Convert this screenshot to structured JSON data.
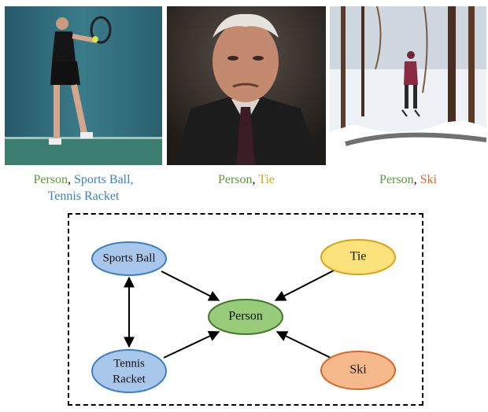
{
  "images": [
    {
      "name": "tennis-player-photo",
      "caption": [
        {
          "text": "Person",
          "color": "#5a9a3c"
        },
        {
          "text": "Sports Ball,",
          "color": "#3b7fc4"
        },
        {
          "text": "Tennis Racket",
          "color": "#3b7fc4"
        }
      ]
    },
    {
      "name": "man-with-tie-photo",
      "caption": [
        {
          "text": "Person",
          "color": "#5a9a3c"
        },
        {
          "text": "Tie",
          "color": "#d8a31a"
        }
      ]
    },
    {
      "name": "skier-photo",
      "caption": [
        {
          "text": "Person",
          "color": "#5a9a3c"
        },
        {
          "text": "Ski",
          "color": "#d9662a"
        }
      ]
    }
  ],
  "graph": {
    "nodes": {
      "sports_ball": {
        "label": "Sports Ball",
        "fill": "#a9c7ea",
        "stroke": "#3b7fc4"
      },
      "tennis_racket": {
        "label_line1": "Tennis",
        "label_line2": "Racket",
        "fill": "#a9c7ea",
        "stroke": "#3b7fc4"
      },
      "person": {
        "label": "Person",
        "fill": "#99cc7a",
        "stroke": "#3f7a2a"
      },
      "tie": {
        "label": "Tie",
        "fill": "#fbe27a",
        "stroke": "#d8a31a"
      },
      "ski": {
        "label": "Ski",
        "fill": "#f5b98c",
        "stroke": "#d9662a"
      }
    },
    "edges": [
      {
        "from": "Sports Ball",
        "to": "Person",
        "directed": true
      },
      {
        "from": "Tennis Racket",
        "to": "Person",
        "directed": true
      },
      {
        "from": "Tie",
        "to": "Person",
        "directed": true
      },
      {
        "from": "Ski",
        "to": "Person",
        "directed": true
      },
      {
        "from": "Sports Ball",
        "to": "Tennis Racket",
        "directed": false,
        "bidirectional": true
      }
    ]
  }
}
